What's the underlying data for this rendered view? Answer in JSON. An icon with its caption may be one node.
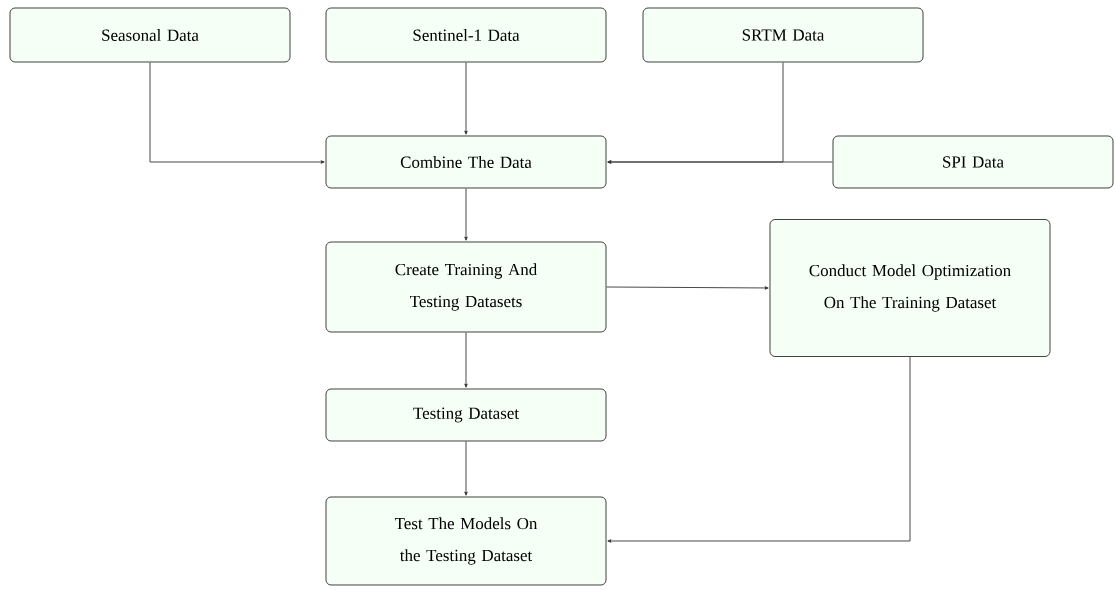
{
  "diagram": {
    "nodes": [
      {
        "text": [
          "Seasonal Data"
        ]
      },
      {
        "text": [
          "Sentinel-1 Data"
        ]
      },
      {
        "text": [
          "SRTM Data"
        ]
      },
      {
        "text": [
          "Combine The Data"
        ]
      },
      {
        "text": [
          "SPI Data"
        ]
      },
      {
        "text": [
          "Create Training And Testing Datasets"
        ]
      },
      {
        "text": [
          "Conduct Model Optimization On The Training Dataset"
        ]
      },
      {
        "text": [
          "Testing Dataset"
        ]
      },
      {
        "text": [
          "Test The Models On the Testing Dataset"
        ]
      }
    ],
    "edges": [
      {
        "from": 0,
        "to": 3,
        "arrow": "to"
      },
      {
        "from": 1,
        "to": 3,
        "arrow": "to"
      },
      {
        "from": 2,
        "to": 3,
        "arrow": "to"
      },
      {
        "from": 4,
        "to": 3,
        "arrow": "to"
      },
      {
        "from": 3,
        "to": 5,
        "arrow": "to"
      },
      {
        "from": 5,
        "to": 6,
        "arrow": "to"
      },
      {
        "from": 5,
        "to": 7,
        "arrow": "to"
      },
      {
        "from": 7,
        "to": 8,
        "arrow": "to"
      },
      {
        "from": 6,
        "to": 8,
        "arrow": "to"
      }
    ]
  }
}
